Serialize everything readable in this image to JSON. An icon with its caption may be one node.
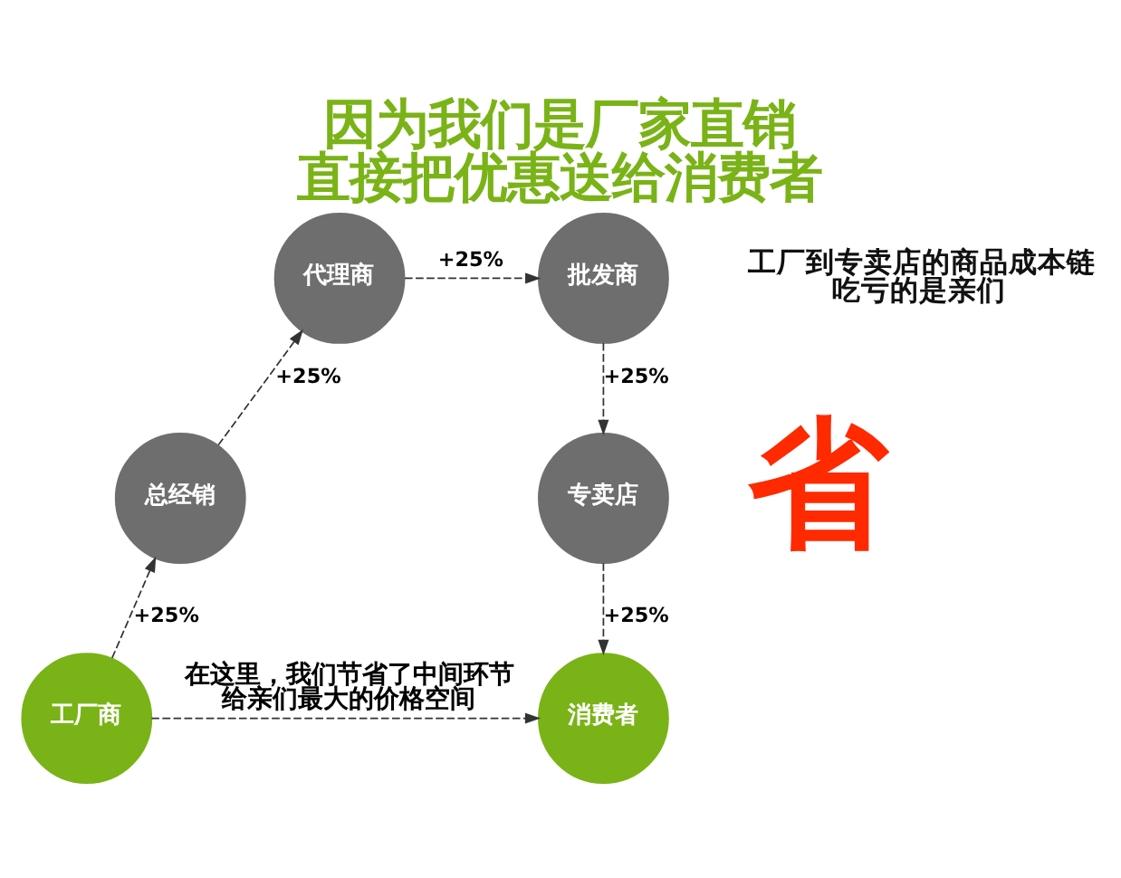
{
  "diagram": {
    "title": "因为我们是厂家直销直接把优惠送给消费者",
    "nodes": [
      {
        "text": [
          "工厂商"
        ]
      },
      {
        "text": [
          "总经销"
        ]
      },
      {
        "text": [
          "代理商"
        ]
      },
      {
        "text": [
          "批发商"
        ]
      },
      {
        "text": [
          "专卖店"
        ]
      },
      {
        "text": [
          "消费者"
        ]
      }
    ],
    "edges": [
      {
        "from": 0,
        "to": 1,
        "arrow": "to",
        "label": "+25%",
        "style": "dashed"
      },
      {
        "from": 1,
        "to": 2,
        "arrow": "to",
        "label": "+25%",
        "style": "dashed"
      },
      {
        "from": 2,
        "to": 3,
        "arrow": "to",
        "label": "+25%",
        "style": "dashed"
      },
      {
        "from": 3,
        "to": 4,
        "arrow": "to",
        "label": "+25%",
        "style": "dashed"
      },
      {
        "from": 4,
        "to": 5,
        "arrow": "to",
        "label": "+25%",
        "style": "dashed"
      },
      {
        "from": 0,
        "to": 5,
        "arrow": "to",
        "label": "在这里，我们节省了中间环节给亲们最大的价格空间",
        "style": "dashed"
      }
    ],
    "labels": [
      "工厂到专卖店的商品成本链吃亏的是亲们",
      "省"
    ]
  }
}
